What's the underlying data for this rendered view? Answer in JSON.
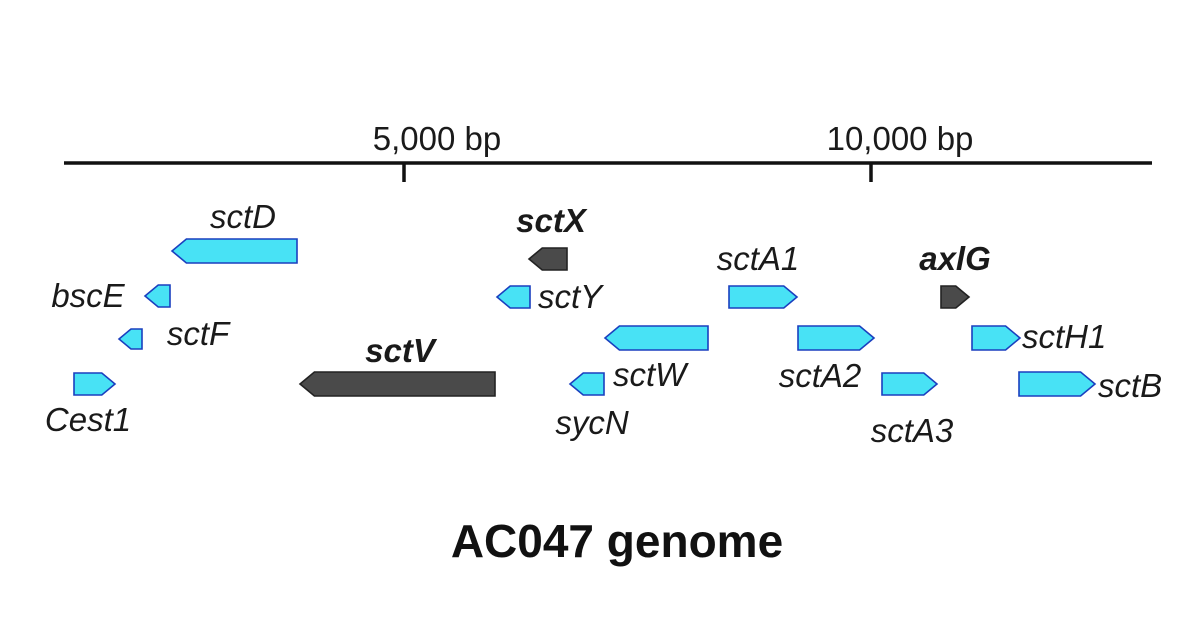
{
  "title": "AC047 genome",
  "scale_bar": {
    "ticks": [
      {
        "bp": 5000,
        "label": "5,000 bp"
      },
      {
        "bp": 10000,
        "label": "10,000 bp"
      }
    ]
  },
  "colors": {
    "regular_gene_fill": "#48E2F5",
    "regular_gene_stroke": "#1A3FBF",
    "highlight_gene_fill": "#4A4A4A",
    "highlight_gene_stroke": "#222222",
    "axis": "#111111"
  },
  "genes": [
    {
      "id": "sctD",
      "label": "sctD",
      "strand": "-",
      "highlight": false,
      "bold": false
    },
    {
      "id": "bscE",
      "label": "bscE",
      "strand": "-",
      "highlight": false,
      "bold": false
    },
    {
      "id": "sctF",
      "label": "sctF",
      "strand": "-",
      "highlight": false,
      "bold": false
    },
    {
      "id": "Cest1",
      "label": "Cest1",
      "strand": "+",
      "highlight": false,
      "bold": false
    },
    {
      "id": "sctV",
      "label": "sctV",
      "strand": "-",
      "highlight": true,
      "bold": true
    },
    {
      "id": "sctX",
      "label": "sctX",
      "strand": "-",
      "highlight": true,
      "bold": true
    },
    {
      "id": "sctY",
      "label": "sctY",
      "strand": "-",
      "highlight": false,
      "bold": false
    },
    {
      "id": "sycN",
      "label": "sycN",
      "strand": "-",
      "highlight": false,
      "bold": false
    },
    {
      "id": "sctW",
      "label": "sctW",
      "strand": "-",
      "highlight": false,
      "bold": false
    },
    {
      "id": "sctA1",
      "label": "sctA1",
      "strand": "+",
      "highlight": false,
      "bold": false
    },
    {
      "id": "sctA2",
      "label": "sctA2",
      "strand": "+",
      "highlight": false,
      "bold": false
    },
    {
      "id": "sctA3",
      "label": "sctA3",
      "strand": "+",
      "highlight": false,
      "bold": false
    },
    {
      "id": "axlG",
      "label": "axlG",
      "strand": "+",
      "highlight": true,
      "bold": true
    },
    {
      "id": "sctH1",
      "label": "sctH1",
      "strand": "+",
      "highlight": false,
      "bold": false
    },
    {
      "id": "sctB",
      "label": "sctB",
      "strand": "+",
      "highlight": false,
      "bold": false
    }
  ]
}
